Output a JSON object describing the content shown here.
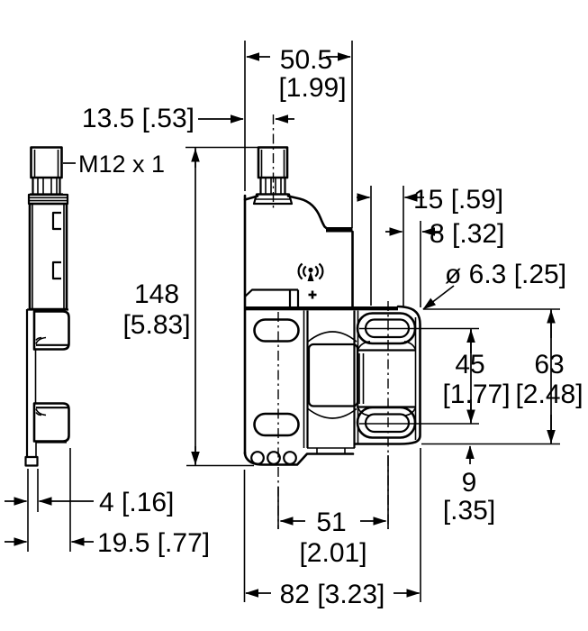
{
  "drawing": {
    "type": "technical-dimension-drawing",
    "views": [
      "side-profile",
      "front"
    ],
    "colors": {
      "line": "#000000",
      "background": "#ffffff"
    }
  },
  "dims": {
    "top_width": {
      "mm": "50.5",
      "inch": "[1.99]"
    },
    "connector_offset": {
      "text": "13.5 [.53]"
    },
    "thread": {
      "text": "M12 x 1"
    },
    "height": {
      "mm": "148",
      "inch": "[5.83]"
    },
    "slot_to_step": {
      "text": "15 [.59]"
    },
    "hole_to_edge": {
      "text": "8 [.32]"
    },
    "hole_diameter": {
      "text": "ø 6.3 [.25]"
    },
    "slot_span_vertical": {
      "mm": "45",
      "inch": "[1.77]"
    },
    "bracket_height": {
      "mm": "63",
      "inch": "[2.48]"
    },
    "bottom_offset": {
      "mm": "9",
      "inch": "[.35]"
    },
    "plate_thickness": {
      "text": "4 [.16]"
    },
    "side_depth": {
      "text": "19.5 [.77]"
    },
    "slot_spacing_horizontal": {
      "mm": "51",
      "inch": "[2.01]"
    },
    "overall_width": {
      "text": "82 [3.23]"
    }
  },
  "icons": {
    "rf_emission": "rf-emission-icon",
    "teach_plus": "plus-icon"
  }
}
